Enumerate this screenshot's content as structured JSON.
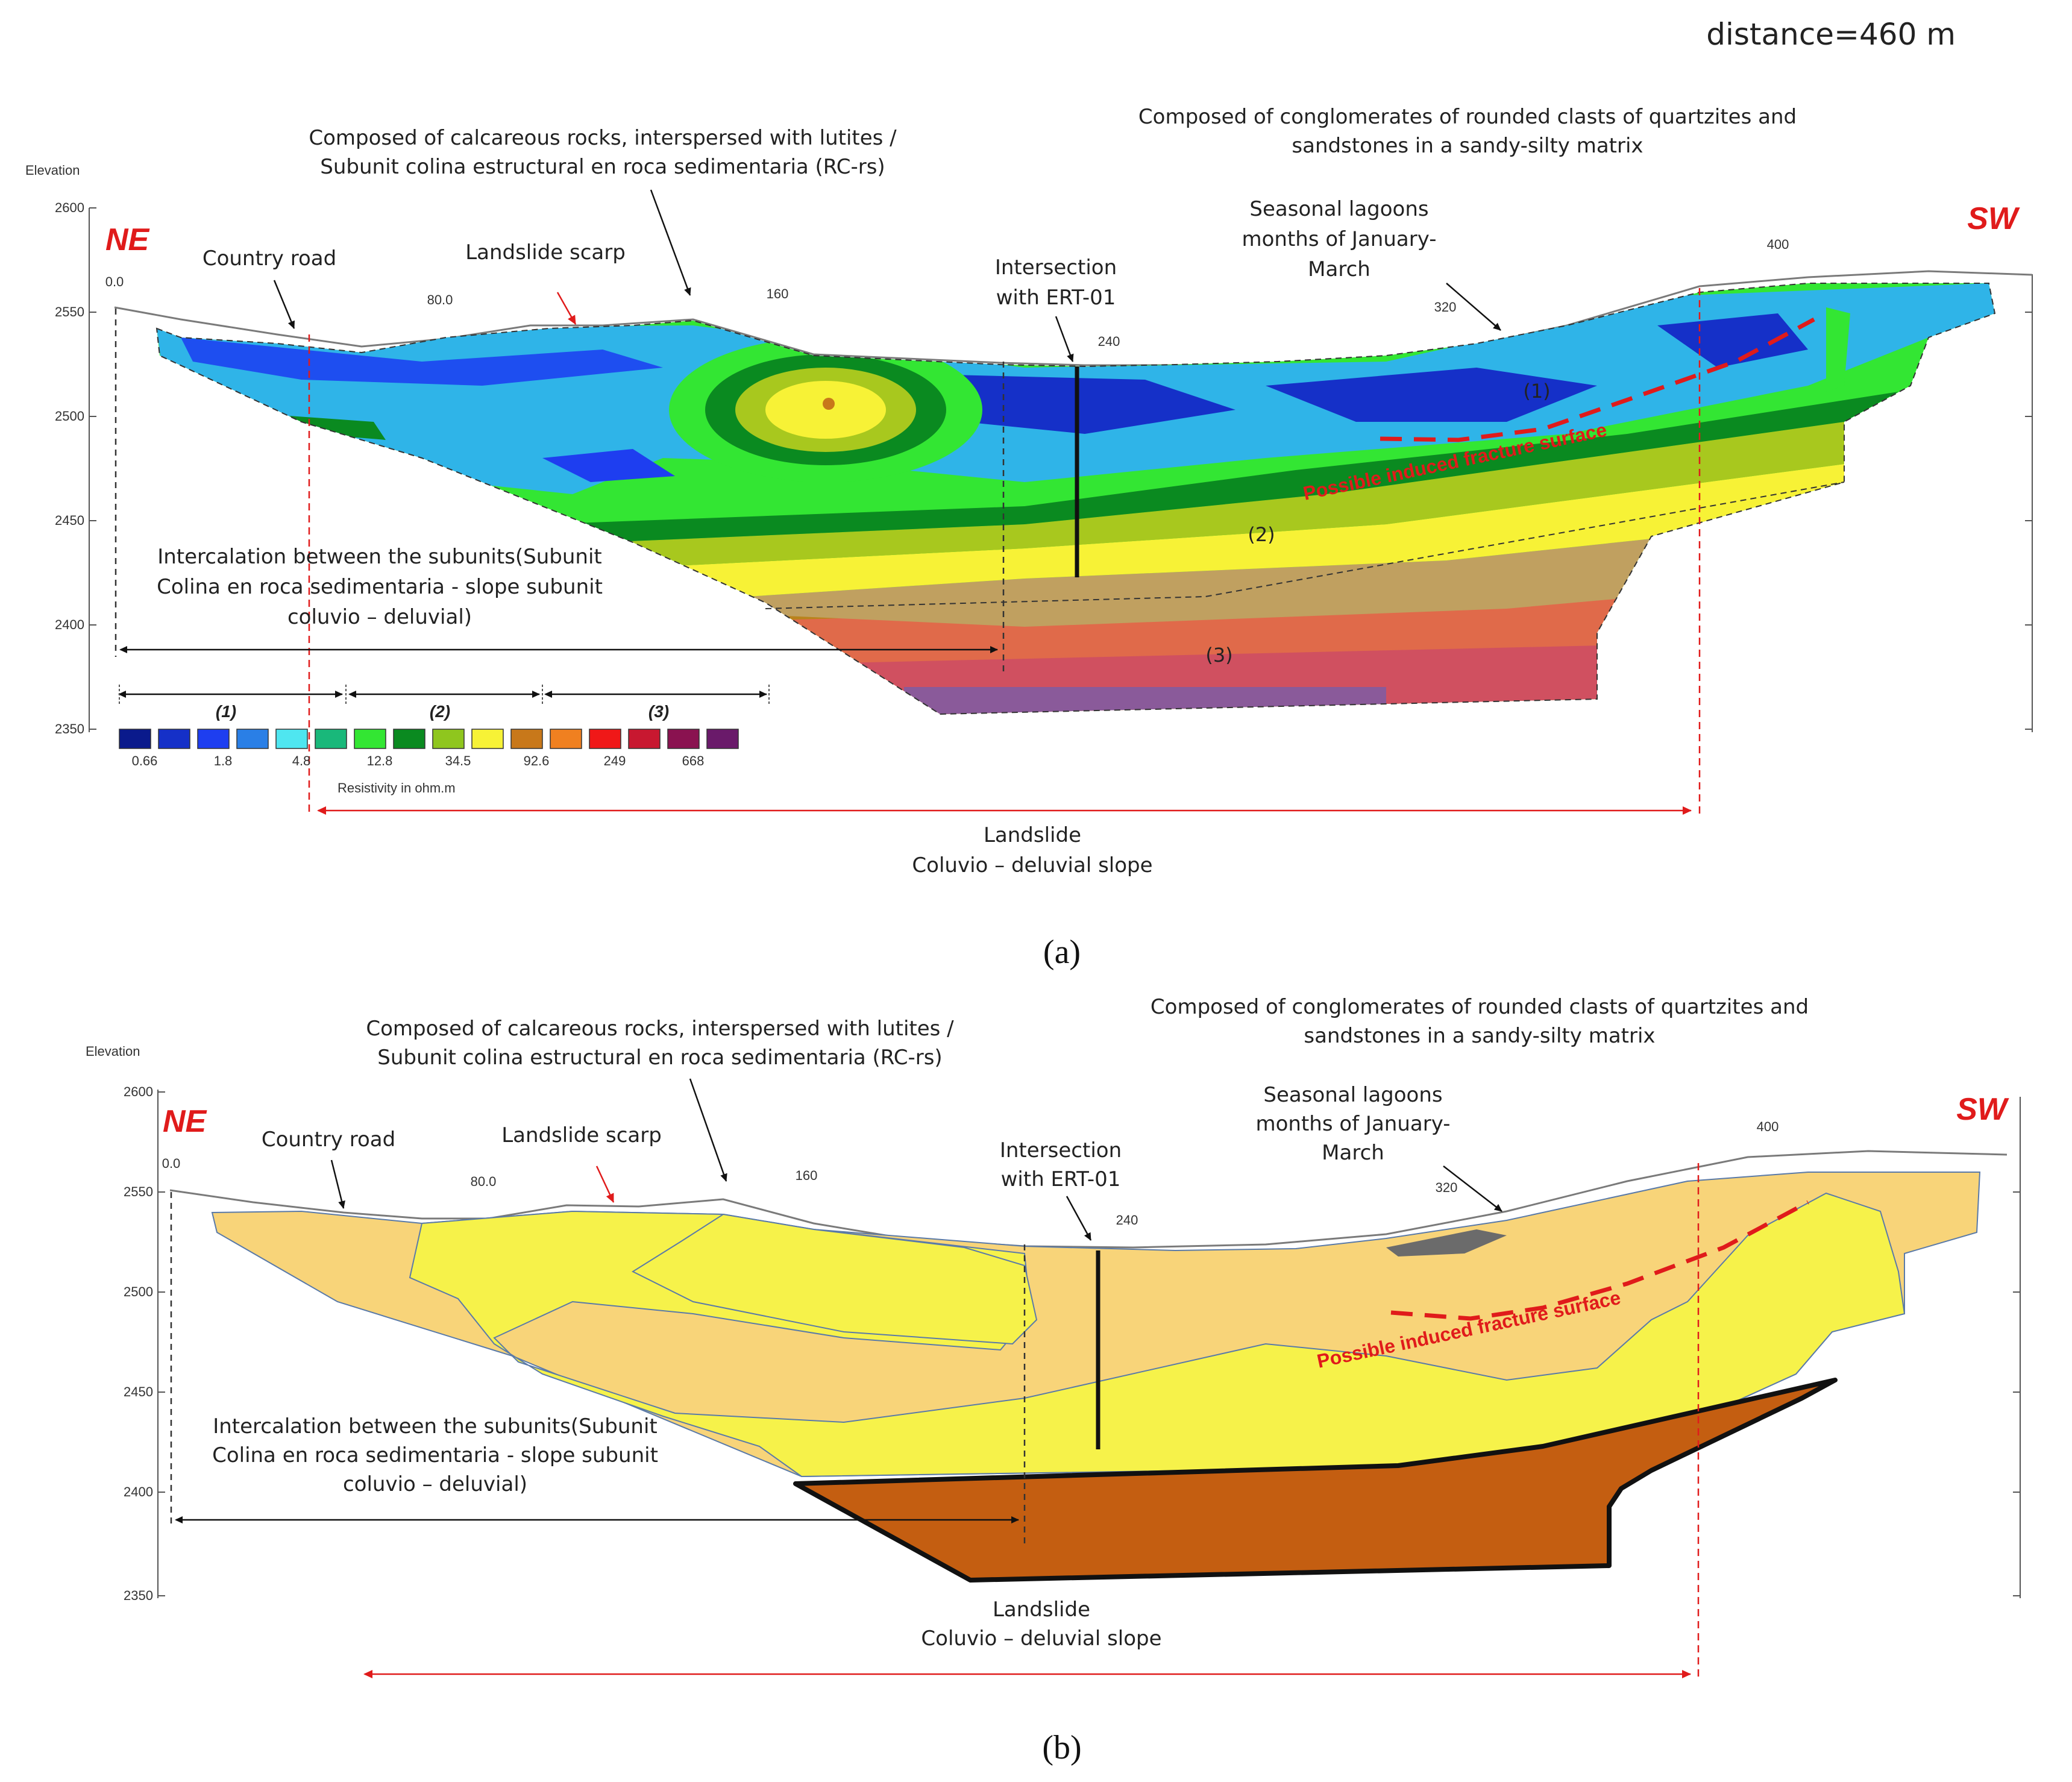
{
  "header": {
    "distance": "distance=460 m"
  },
  "panel_a": {
    "caption": "(a)",
    "elevation_label": "Elevation",
    "y_ticks": [
      "2600",
      "2550",
      "2500",
      "2450",
      "2400",
      "2350"
    ],
    "x_ticks": [
      "0.0",
      "80.0",
      "160",
      "240",
      "320",
      "400"
    ],
    "ne": "NE",
    "sw": "SW",
    "calcareous": [
      "Composed of calcareous rocks, interspersed with lutites /",
      "Subunit colina estructural en roca sedimentaria (RC-rs)"
    ],
    "conglomerates": [
      "Composed of conglomerates of rounded clasts of quartzites and",
      "sandstones in a sandy-silty matrix"
    ],
    "lagoons": [
      "Seasonal lagoons",
      "months of January-",
      "March"
    ],
    "country_road": "Country road",
    "landslide_scarp": "Landslide scarp",
    "intersection": [
      "Intersection",
      "with ERT-01"
    ],
    "fracture": "Possible induced fracture surface",
    "intercalation": [
      "Intercalation between the subunits(Subunit",
      "Colina en roca sedimentaria - slope subunit",
      "coluvio – deluvial)"
    ],
    "unit_labels": [
      "(1)",
      "(2)",
      "(3)"
    ],
    "range_labels": [
      "(1)",
      "(2)",
      "(3)"
    ],
    "legend_values": [
      "0.66",
      "1.8",
      "4.8",
      "12.8",
      "34.5",
      "92.6",
      "249",
      "668"
    ],
    "legend_title": "Resistivity in ohm.m",
    "landslide": [
      "Landslide",
      "Coluvio – deluvial slope"
    ]
  },
  "panel_b": {
    "caption": "(b)",
    "elevation_label": "Elevation",
    "y_ticks": [
      "2600",
      "2550",
      "2500",
      "2450",
      "2400",
      "2350"
    ],
    "x_ticks": [
      "0.0",
      "80.0",
      "160",
      "240",
      "320",
      "400"
    ],
    "ne": "NE",
    "sw": "SW",
    "calcareous": [
      "Composed of calcareous rocks, interspersed with lutites /",
      "Subunit colina estructural en roca sedimentaria (RC-rs)"
    ],
    "conglomerates": [
      "Composed of conglomerates of rounded clasts of quartzites and",
      "sandstones in a sandy-silty matrix"
    ],
    "lagoons": [
      "Seasonal lagoons",
      "months of January-",
      "March"
    ],
    "country_road": "Country road",
    "landslide_scarp": "Landslide scarp",
    "intersection": [
      "Intersection",
      "with ERT-01"
    ],
    "fracture": "Possible induced fracture surface",
    "intercalation": [
      "Intercalation between the subunits(Subunit",
      "Colina en roca sedimentaria - slope subunit",
      "coluvio – deluvial)"
    ],
    "landslide": [
      "Landslide",
      "Coluvio – deluvial slope"
    ]
  },
  "colors": {
    "legend_scale": [
      "#0a1a8c",
      "#1530c8",
      "#1e3ef0",
      "#2a7fe6",
      "#4fe6f0",
      "#19b87a",
      "#33e633",
      "#0a8a20",
      "#8fc61e",
      "#f7f236",
      "#c8781a",
      "#f08020",
      "#f01818",
      "#c81830",
      "#8a1250",
      "#6a1a6a"
    ],
    "interpretation_upper": "#f8d479",
    "interpretation_middle": "#f6f24a",
    "interpretation_bedrock": "#c45e11",
    "accent_red": "#e01b1b"
  }
}
